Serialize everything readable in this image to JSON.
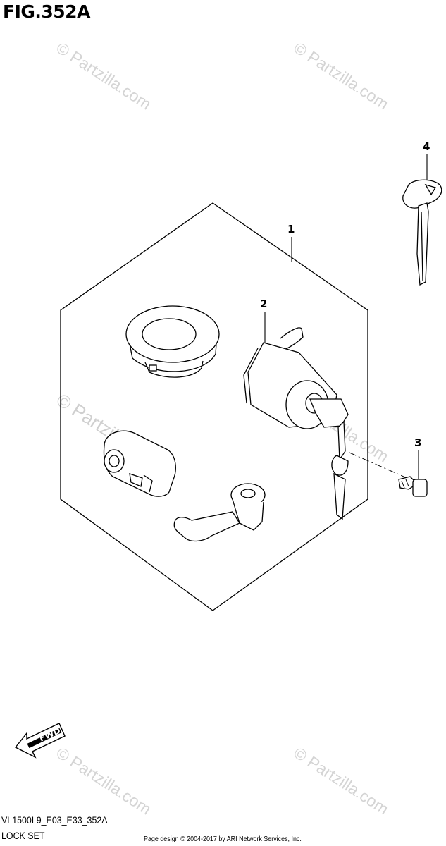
{
  "figure": {
    "title": "FIG.352A",
    "model_code": "VL1500L9_E03_E33_352A",
    "assembly_name": "LOCK SET"
  },
  "callouts": [
    {
      "number": "1",
      "part": "lock-set-assembly"
    },
    {
      "number": "2",
      "part": "ignition-switch"
    },
    {
      "number": "3",
      "part": "screw"
    },
    {
      "number": "4",
      "part": "key"
    }
  ],
  "direction_indicator": "FWD",
  "watermark": "© Partzilla.com",
  "footer": {
    "copyright": "Page design © 2004-2017 by ARI Network Services, Inc."
  },
  "colors": {
    "line": "#000000",
    "watermark": "#d4d4d4",
    "background": "#ffffff"
  }
}
